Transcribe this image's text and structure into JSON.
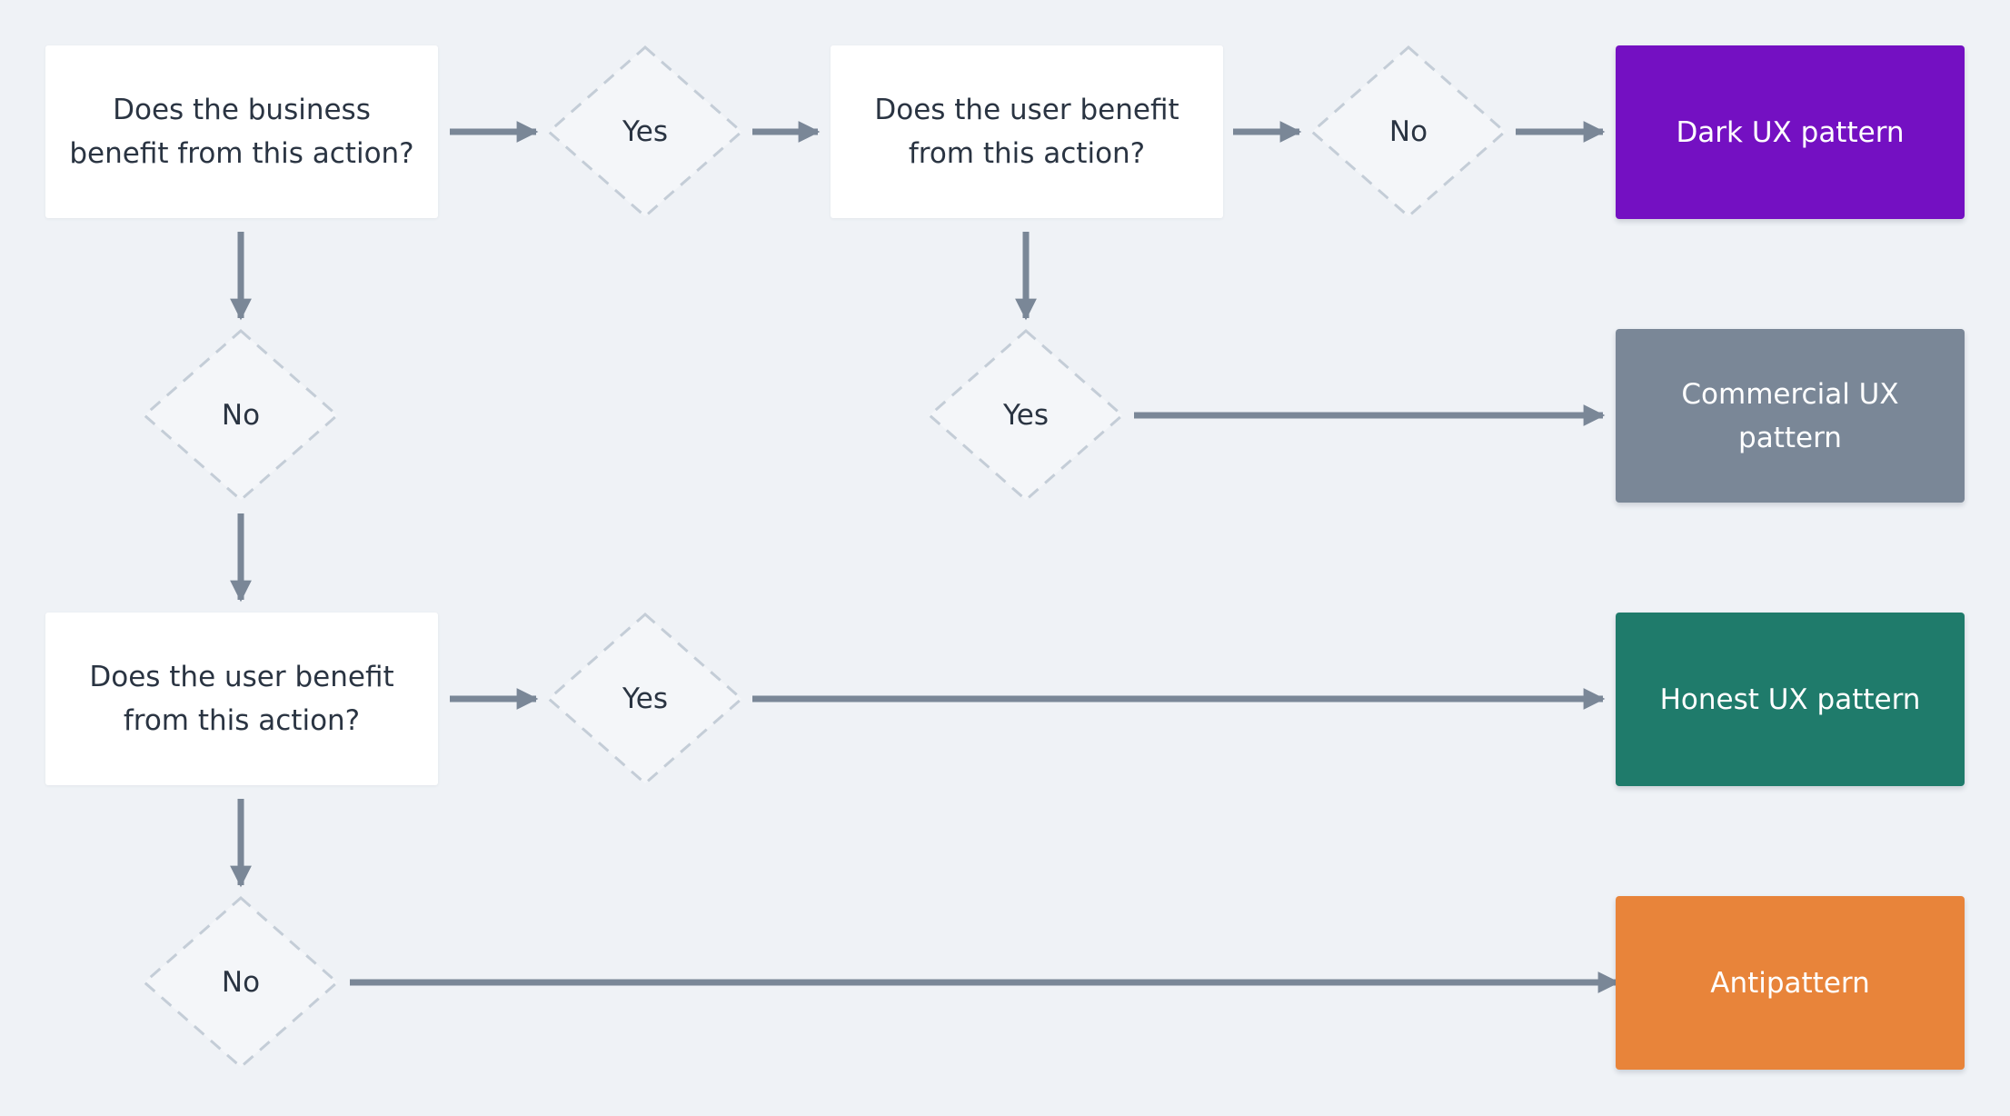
{
  "questions": {
    "business_benefit": "Does the business benefit from this action?",
    "user_benefit_top": "Does the user benefit from this action?",
    "user_benefit_bottom": "Does the user benefit from this action?"
  },
  "decisions": {
    "yes_business": "Yes",
    "no_business": "No",
    "yes_user_top": "Yes",
    "no_user_top": "No",
    "yes_user_bottom": "Yes",
    "no_user_bottom": "No"
  },
  "outcomes": {
    "dark": "Dark UX pattern",
    "commercial": "Commercial UX pattern",
    "honest": "Honest UX pattern",
    "anti": "Antipattern"
  },
  "colors": {
    "background": "#EFF2F6",
    "arrow": "#7A8797",
    "diamond_border": "#C4CDD7",
    "dark": "#7410C2",
    "commercial": "#7A8797",
    "honest": "#1F7B6B",
    "anti": "#E8843A"
  }
}
